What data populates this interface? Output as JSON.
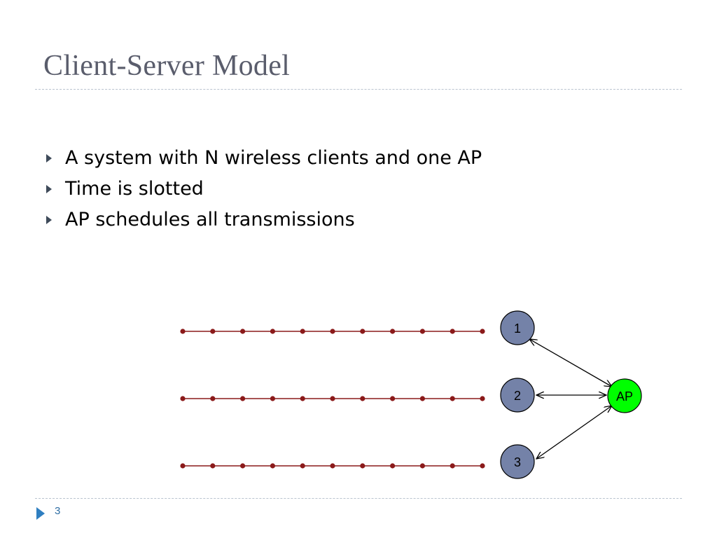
{
  "slide": {
    "title": "Client-Server Model",
    "page_number": "3"
  },
  "bullets": [
    "A system with N wireless clients and one AP",
    "Time is slotted",
    "AP schedules all transmissions"
  ],
  "diagram": {
    "clients": [
      {
        "label": "1",
        "fill": "#7482a8"
      },
      {
        "label": "2",
        "fill": "#7482a8"
      },
      {
        "label": "3",
        "fill": "#7482a8"
      }
    ],
    "ap": {
      "label": "AP",
      "fill": "#00ff00"
    },
    "slots_per_timeline": 11,
    "timeline_color": "#8b1a1a"
  }
}
